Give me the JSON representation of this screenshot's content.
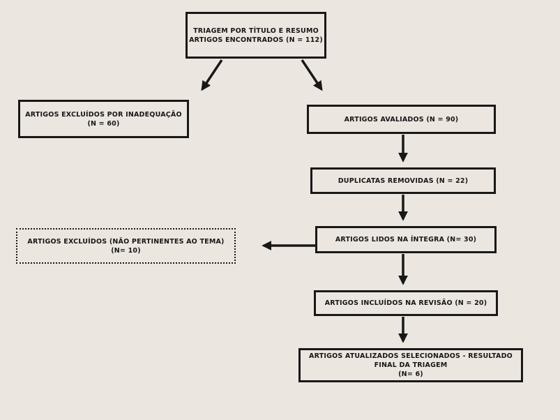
{
  "diagram": {
    "type": "flowchart",
    "language": "pt-BR",
    "colors": {
      "background": "#ece6e0",
      "box_border": "#181818",
      "text": "#171717",
      "arrow": "#181818"
    },
    "nodes": {
      "triagem": {
        "lines": [
          "TRIAGEM POR TÍTULO E RESUMO",
          "ARTIGOS ENCONTRADOS (N = 112)"
        ],
        "n": 112,
        "border_style": "solid"
      },
      "excluidos_inadequacao": {
        "lines": [
          "ARTIGOS EXCLUÍDOS POR INADEQUAÇÃO",
          "(N = 60)"
        ],
        "n": 60,
        "border_style": "solid"
      },
      "avaliados": {
        "lines": [
          "ARTIGOS AVALIADOS (N = 90)"
        ],
        "n": 90,
        "border_style": "solid"
      },
      "duplicatas": {
        "lines": [
          "DUPLICATAS REMOVIDAS (N = 22)"
        ],
        "n": 22,
        "border_style": "solid"
      },
      "lidos": {
        "lines": [
          "ARTIGOS LIDOS NA ÍNTEGRA (N= 30)"
        ],
        "n": 30,
        "border_style": "solid"
      },
      "excluidos_tema": {
        "lines": [
          "ARTIGOS EXCLUÍDOS (NÃO PERTINENTES AO TEMA)",
          "(N= 10)"
        ],
        "n": 10,
        "border_style": "dotted"
      },
      "incluidos": {
        "lines": [
          "ARTIGOS INCLUÍDOS NA REVISÃO (N = 20)"
        ],
        "n": 20,
        "border_style": "solid"
      },
      "final": {
        "lines": [
          "ARTIGOS ATUALIZADOS SELECIONADOS - RESULTADO",
          "FINAL DA TRIAGEM",
          "(N= 6)"
        ],
        "n": 6,
        "border_style": "solid"
      }
    },
    "edges": [
      {
        "from": "triagem",
        "to": "excluidos_inadequacao",
        "direction": "down-left"
      },
      {
        "from": "triagem",
        "to": "avaliados",
        "direction": "down-right"
      },
      {
        "from": "avaliados",
        "to": "duplicatas",
        "direction": "down"
      },
      {
        "from": "duplicatas",
        "to": "lidos",
        "direction": "down"
      },
      {
        "from": "lidos",
        "to": "excluidos_tema",
        "direction": "left"
      },
      {
        "from": "lidos",
        "to": "incluidos",
        "direction": "down"
      },
      {
        "from": "incluidos",
        "to": "final",
        "direction": "down"
      }
    ]
  }
}
